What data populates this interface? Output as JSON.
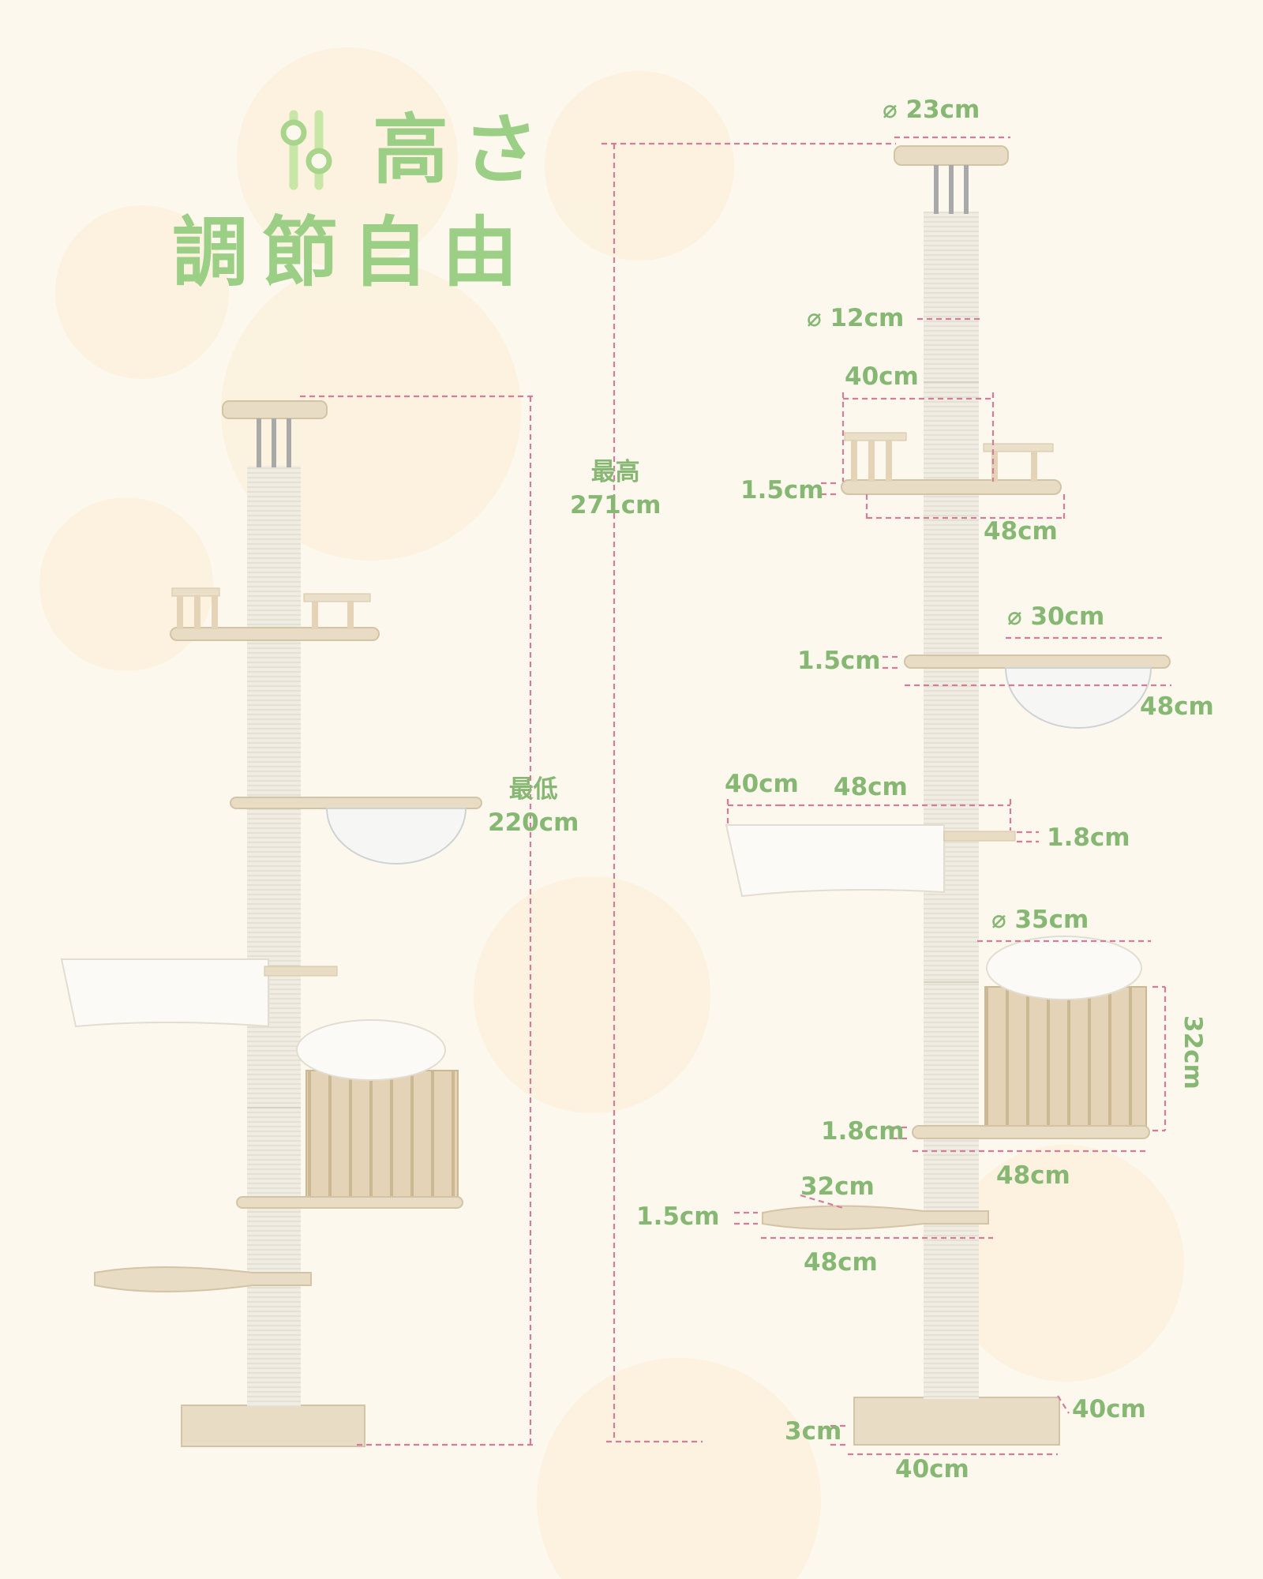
{
  "title": {
    "line1": "高さ",
    "line2": "調節自由"
  },
  "colors": {
    "label_green": "#86b873",
    "title_green": "#9ccf86",
    "dimension_pink": "#d47c9c",
    "background": "#fdf8ee",
    "post": "#efece1",
    "wood": "#e9dcc4"
  },
  "icons": {
    "title_icon": "adjust-sliders-icon"
  },
  "heights": {
    "max_label": "最高",
    "max_value": "271cm",
    "min_label": "最低",
    "min_value": "220cm"
  },
  "dims": {
    "top_plate_dia": "⌀ 23cm",
    "post_dia": "⌀ 12cm",
    "upper_width": "40cm",
    "upper_thickness": "1.5cm",
    "upper_depth": "48cm",
    "bowl_dia": "⌀ 30cm",
    "bowl_thickness": "1.5cm",
    "bowl_depth": "48cm",
    "hammock_width": "40cm",
    "hammock_depth": "48cm",
    "hammock_thickness": "1.8cm",
    "condo_dia": "⌀ 35cm",
    "condo_height": "32cm",
    "condo_thickness": "1.8cm",
    "condo_depth": "48cm",
    "lower_width": "32cm",
    "lower_thickness": "1.5cm",
    "lower_depth": "48cm",
    "base_depth": "40cm",
    "base_thickness": "3cm",
    "base_width": "40cm"
  }
}
